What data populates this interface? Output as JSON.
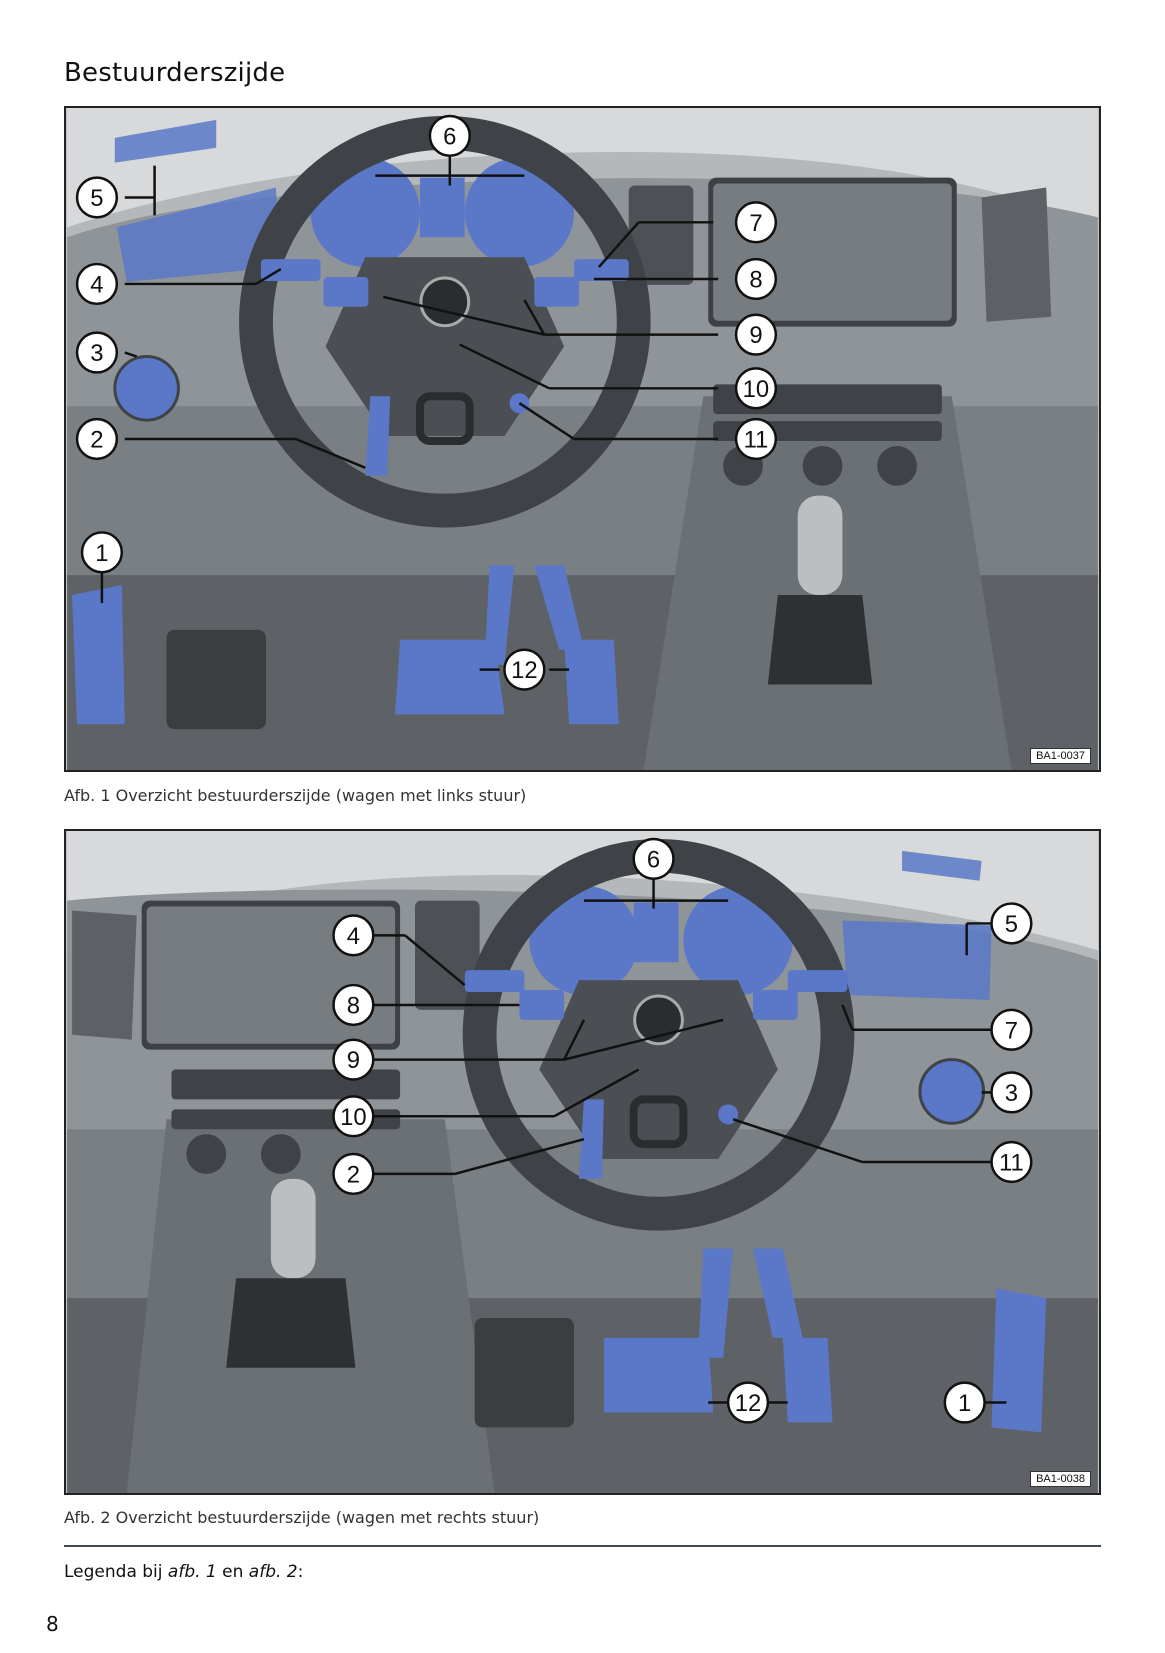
{
  "page": {
    "title": "Bestuurderszijde",
    "page_number": "8"
  },
  "figure1": {
    "caption": "Afb. 1 Overzicht bestuurderszijde (wagen met links stuur)",
    "ref": "BA1-0037",
    "callouts": [
      "1",
      "2",
      "3",
      "4",
      "5",
      "6",
      "7",
      "8",
      "9",
      "10",
      "11",
      "12"
    ]
  },
  "figure2": {
    "caption": "Afb. 2 Overzicht bestuurderszijde (wagen met rechts stuur)",
    "ref": "BA1-0038",
    "callouts": [
      "1",
      "2",
      "3",
      "4",
      "5",
      "6",
      "7",
      "8",
      "9",
      "10",
      "11",
      "12"
    ]
  },
  "legend": {
    "prefix": "Legenda bij ",
    "ref1": "afb. 1",
    "middle": " en ",
    "ref2": "afb. 2",
    "suffix": ":"
  },
  "colors": {
    "highlight": "#5b78c8",
    "dash": "#9ea3a8",
    "dark": "#3f4347"
  }
}
